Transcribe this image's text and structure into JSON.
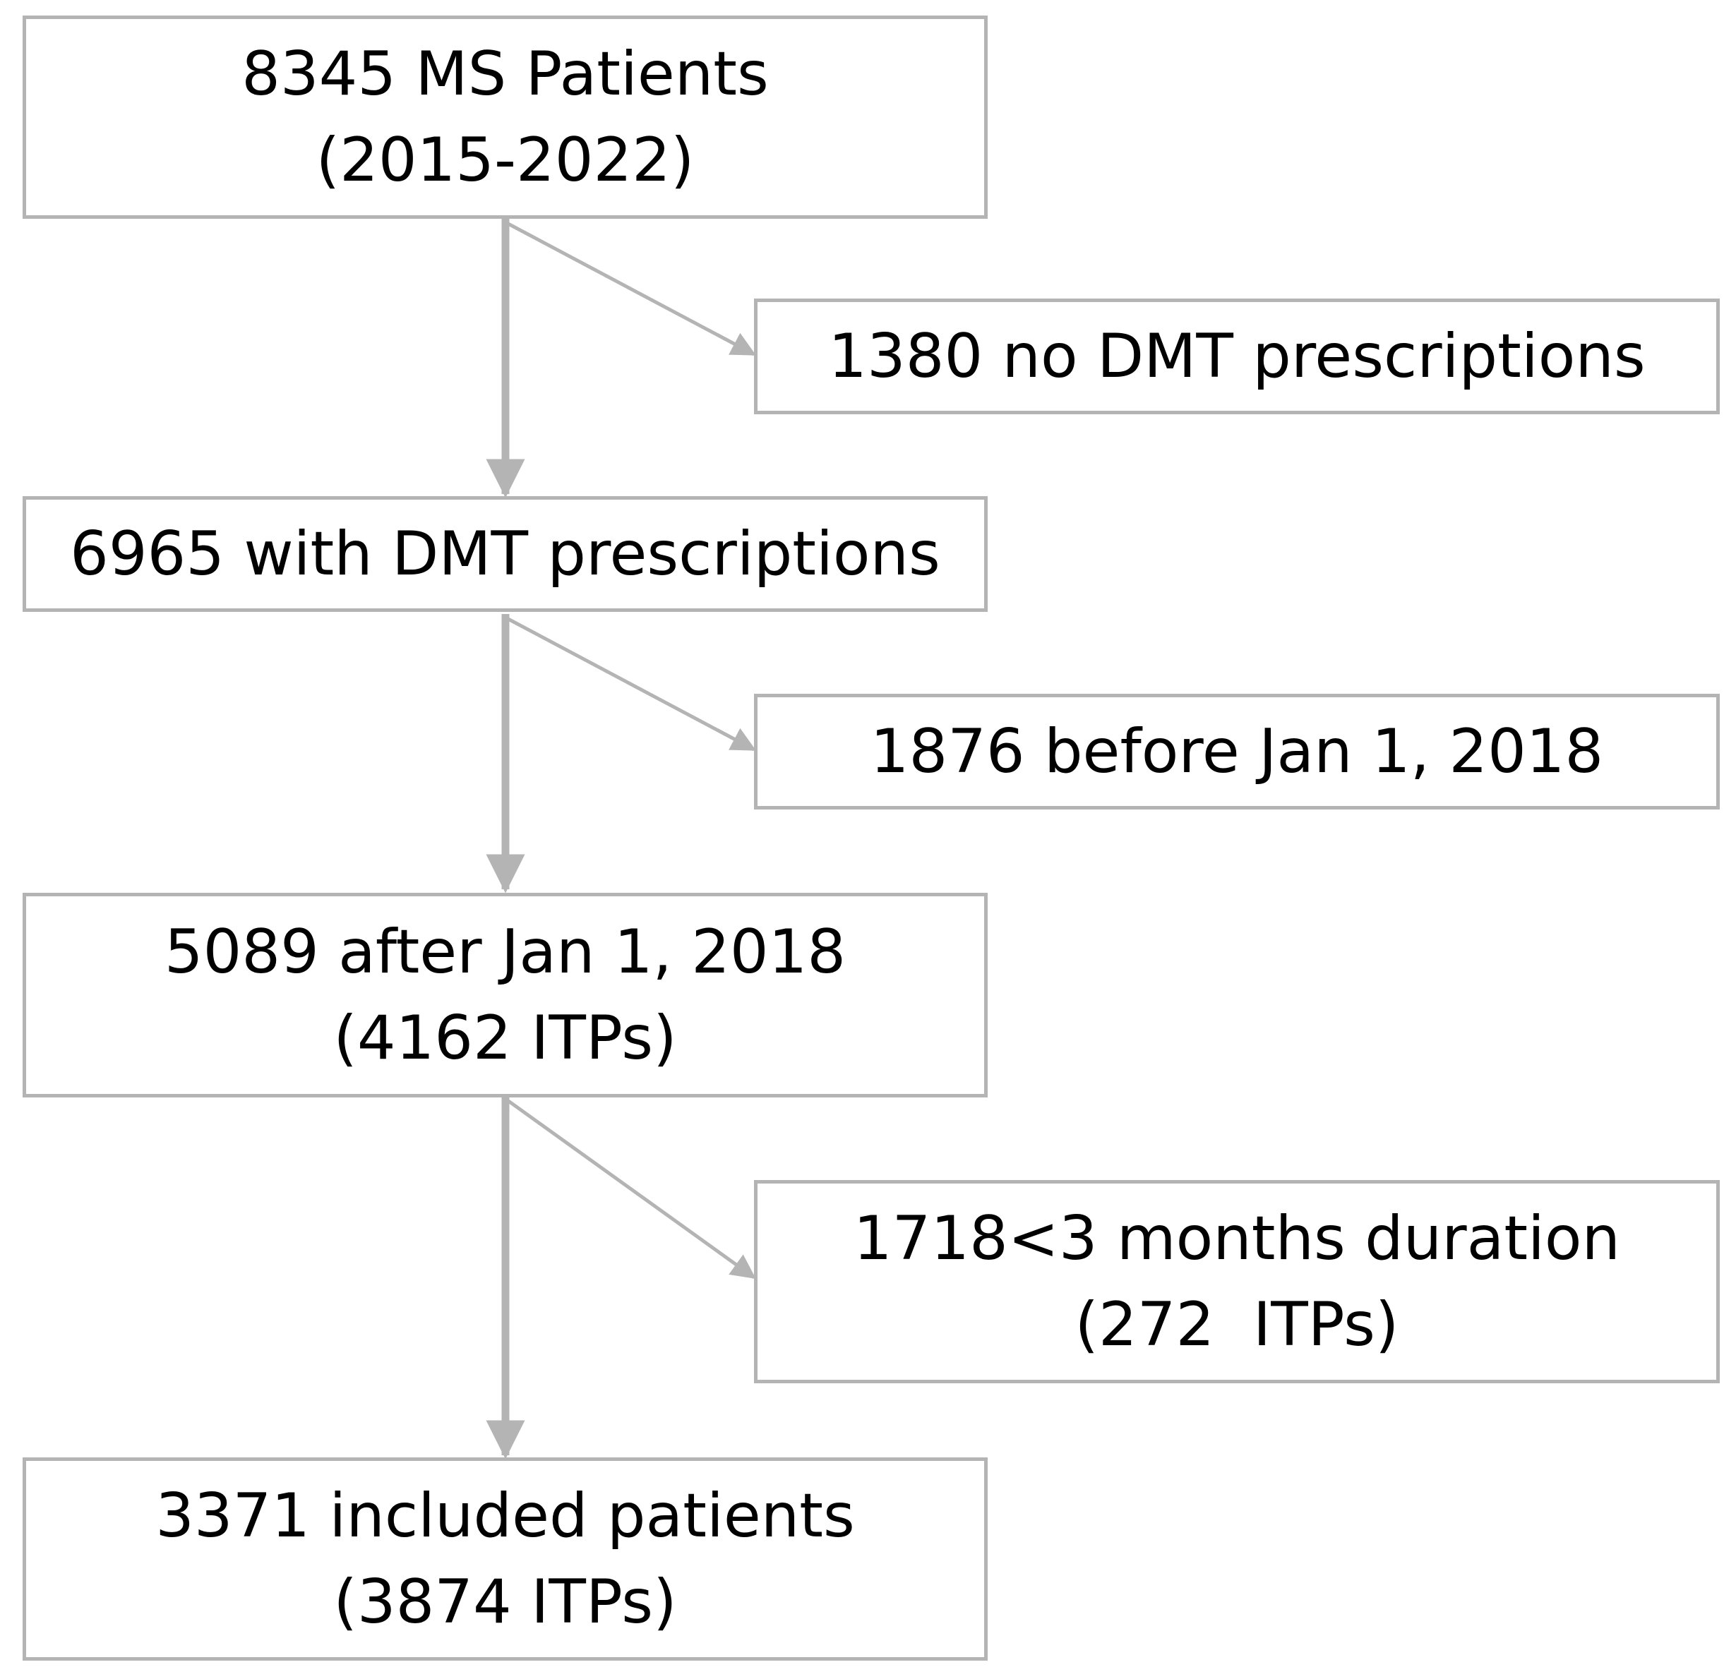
{
  "flowchart": {
    "boxes": {
      "total": {
        "line1": "8345 MS Patients",
        "line2": "(2015-2022)"
      },
      "excluded_no_dmt": {
        "line1": "1380 no DMT prescriptions"
      },
      "with_dmt": {
        "line1": "6965 with DMT prescriptions"
      },
      "excluded_before_2018": {
        "line1": "1876 before Jan 1, 2018"
      },
      "after_2018": {
        "line1": "5089 after Jan 1, 2018",
        "line2": "(4162 ITPs)"
      },
      "excluded_short_duration": {
        "line1": "1718<3 months duration",
        "line2": "(272  ITPs)"
      },
      "included": {
        "line1": "3371 included patients",
        "line2": "(3874 ITPs)"
      }
    },
    "colors": {
      "border": "#b4b4b4",
      "arrow": "#b4b4b4",
      "text": "#000000",
      "background": "#ffffff"
    }
  }
}
